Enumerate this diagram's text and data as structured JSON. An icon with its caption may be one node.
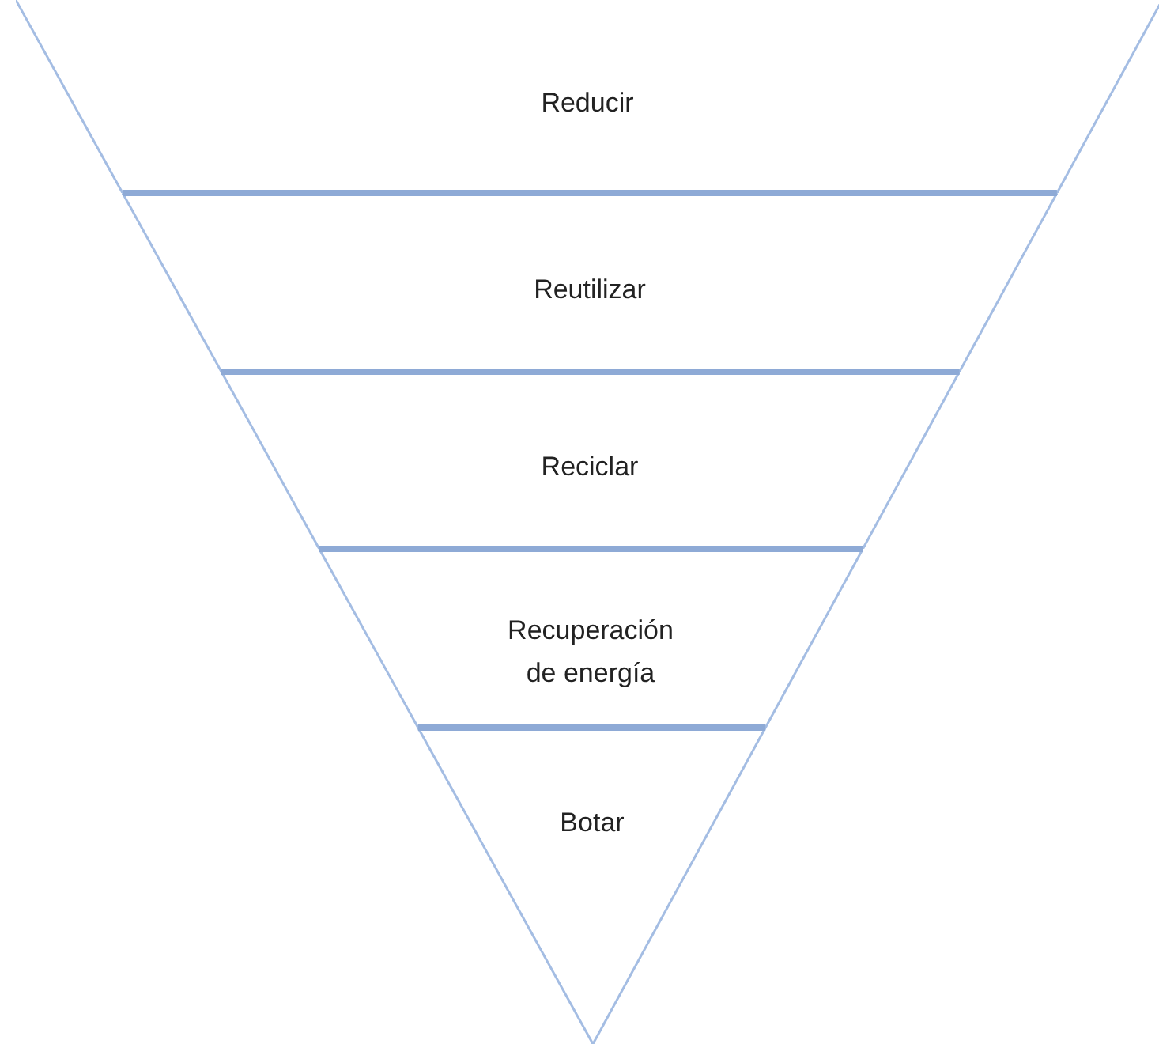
{
  "diagram": {
    "nodes": [
      {
        "text": [
          "Reducir"
        ]
      },
      {
        "text": [
          "Reutilizar"
        ]
      },
      {
        "text": [
          "Reciclar"
        ]
      },
      {
        "text": [
          "Recuperación de energía"
        ]
      },
      {
        "text": [
          "Botar"
        ]
      }
    ]
  }
}
